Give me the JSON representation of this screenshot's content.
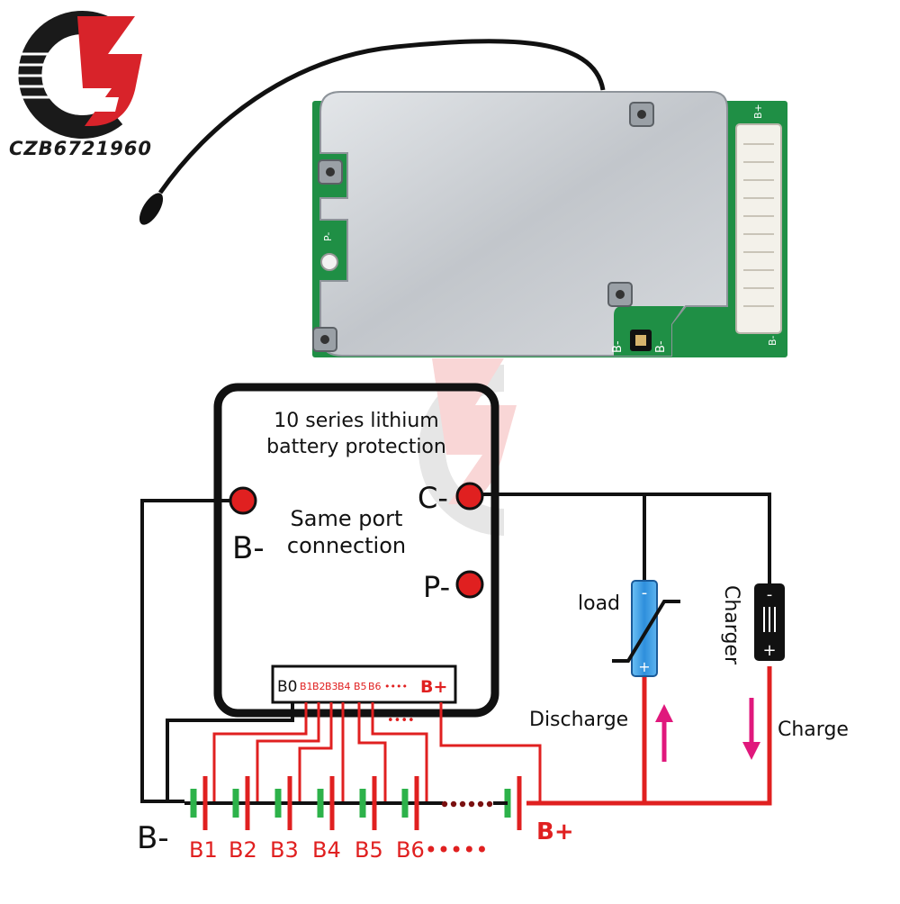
{
  "watermark": {
    "brand_text": "CZB6721960"
  },
  "board": {
    "silk_bplus": "B+",
    "silk_bminus_1": "B-",
    "silk_bminus_2": "B-",
    "silk_bminus_3": "B-",
    "silk_p": "P-"
  },
  "diagram": {
    "title_line1": "10 series lithium",
    "title_line2": "battery protection",
    "port_bminus": "B-",
    "port_cminus": "C-",
    "port_pminus": "P-",
    "same_port_line1": "Same port",
    "same_port_line2": "connection",
    "connector": {
      "b0": "B0",
      "b1": "B1",
      "b2": "B2",
      "b3": "B3",
      "b4": "B4",
      "b5": "B5",
      "b6": "B6",
      "dots": "••••",
      "bplus": "B+"
    },
    "load_label": "load",
    "charger_label": "Charger",
    "discharge_label": "Discharge",
    "charge_label": "Charge",
    "battery_minus": "B-",
    "battery_plus": "B+",
    "cells": [
      "B1",
      "B2",
      "B3",
      "B4",
      "B5",
      "B6•••••"
    ],
    "minus_sign": "-",
    "plus_sign": "+"
  },
  "colors": {
    "red": "#e02020",
    "black": "#111111",
    "green": "#2db24a",
    "blue": "#3aa0e8",
    "magenta": "#e0187c",
    "pcb": "#1f8f45",
    "plate": "#c9cdd2"
  }
}
